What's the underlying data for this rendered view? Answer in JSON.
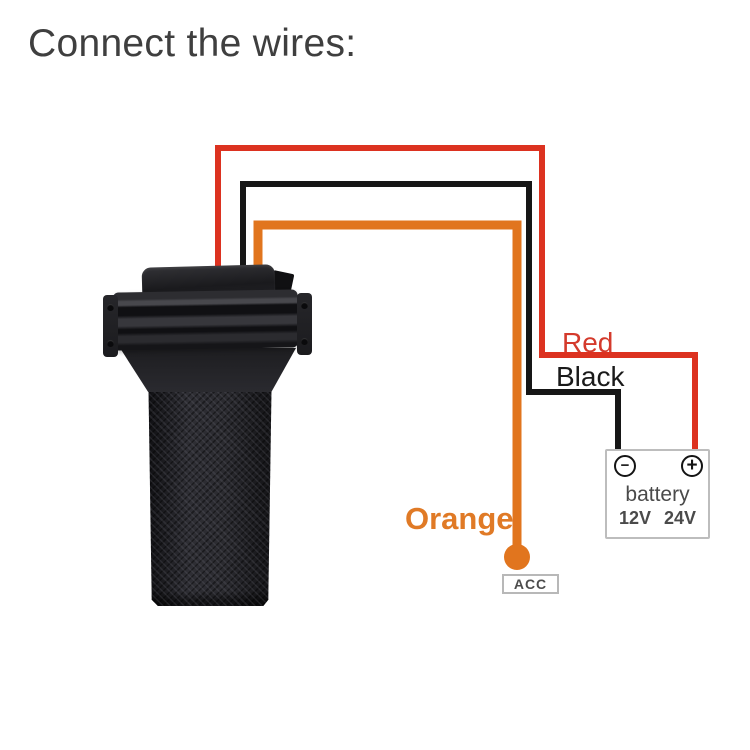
{
  "title": "Connect the wires:",
  "wire_labels": {
    "red": "Red",
    "black": "Black",
    "orange": "Orange"
  },
  "battery": {
    "label": "battery",
    "voltage_12": "12V",
    "voltage_24": "24V",
    "minus_symbol": "−",
    "plus_symbol": "+"
  },
  "acc_label": "ACC",
  "colors": {
    "red_wire": "#dc3220",
    "black_wire": "#161616",
    "orange_wire": "#e1751e",
    "red_label": "#d43a2c",
    "black_label": "#1a1a1a",
    "orange_label": "#e07a26",
    "title_text": "#3f3f3f",
    "battery_text": "#4a4a4a"
  }
}
